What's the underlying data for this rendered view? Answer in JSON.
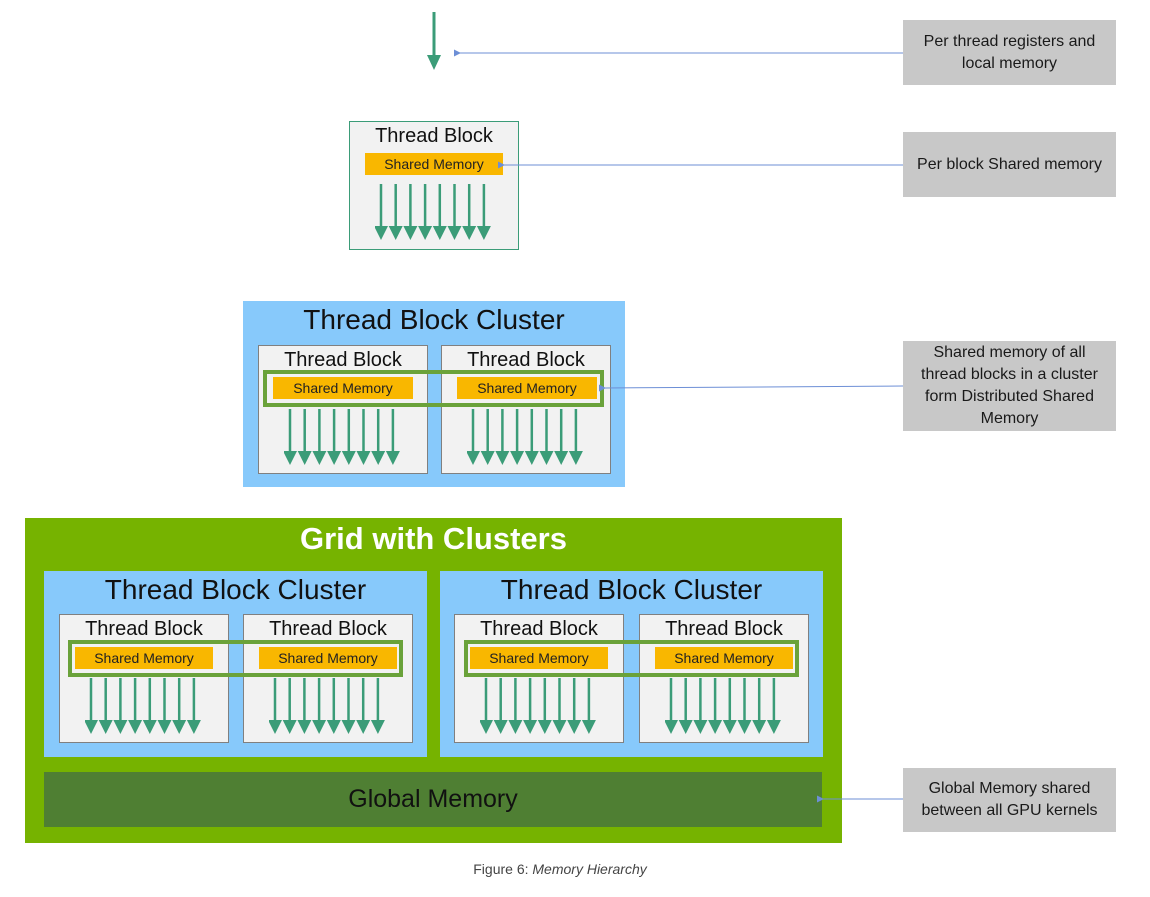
{
  "callouts": {
    "registers": "Per thread registers and local memory",
    "block_shared": "Per block Shared memory",
    "distributed": "Shared memory of all thread blocks in a cluster form Distributed Shared Memory",
    "global": "Global Memory shared between all GPU kernels"
  },
  "labels": {
    "thread_block": "Thread Block",
    "shared_memory": "Shared Memory",
    "thread_block_cluster": "Thread Block Cluster",
    "grid_with_clusters": "Grid with Clusters",
    "global_memory": "Global Memory"
  },
  "caption": {
    "prefix": "Figure 6: ",
    "title": "Memory Hierarchy"
  },
  "colors": {
    "thread_arrow": "#3b9c78",
    "connector": "#6d8fd6",
    "shared_memory": "#f9b700",
    "cluster": "#87c9fb",
    "grid": "#76b300",
    "global_memory": "#4f7f33",
    "distributed_outline": "#6aa23a",
    "callout": "#c8c8c8"
  }
}
